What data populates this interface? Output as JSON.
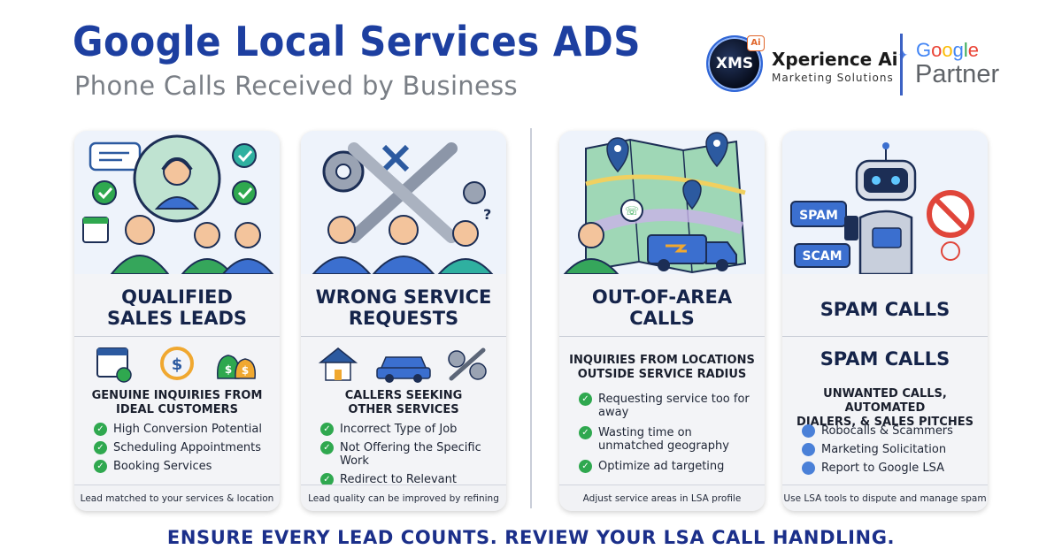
{
  "header": {
    "title": "Google Local Services ADS",
    "subtitle": "Phone Calls Received by Business"
  },
  "logo": {
    "badge": "XMS",
    "ai_tag": "Ai",
    "name": "Xperience Ai",
    "spark_icon": "sparkle-icon",
    "tagline": "Marketing Solutions",
    "google_letters": [
      "G",
      "o",
      "o",
      "g",
      "l",
      "e"
    ],
    "partner": "Partner"
  },
  "colors": {
    "title": "#1d3fa0",
    "check_green": "#2fa84f",
    "bullet_blue": "#4a80d8",
    "cta": "#1b2f8a"
  },
  "cards": [
    {
      "heading": [
        "QUALIFIED",
        "SALES LEADS"
      ],
      "icons": [
        "calendar-clock-icon",
        "dollar-cycle-icon",
        "money-bags-icon"
      ],
      "sub": [
        "GENUINE INQUIRIES FROM",
        "IDEAL CUSTOMERS"
      ],
      "bullet_style": "check",
      "bullets": [
        "High Conversion Potential",
        "Scheduling Appointments",
        "Booking Services"
      ],
      "footer": "Lead matched to your services & location"
    },
    {
      "heading": [
        "WRONG SERVICE",
        "REQUESTS"
      ],
      "icons": [
        "house-icon",
        "car-icon",
        "gears-wrench-icon"
      ],
      "sub": [
        "CALLERS SEEKING",
        "OTHER SERVICES"
      ],
      "bullet_style": "check",
      "bullets": [
        "Incorrect Type of Job",
        "Not Offering the Specific Work",
        "Redirect to Relevant Resources"
      ],
      "footer": "Lead quality can be improved by refining job types"
    },
    {
      "heading": [
        "OUT-OF-AREA",
        "CALLS"
      ],
      "icons": [],
      "sub": [
        "INQUIRIES FROM LOCATIONS",
        "OUTSIDE SERVICE RADIUS"
      ],
      "bullet_style": "check",
      "bullets": [
        "Requesting service too for away",
        "Wasting time on unmatched geography",
        "Optimize ad targeting"
      ],
      "footer": "Adjust service areas in LSA profile"
    },
    {
      "heading": [
        "SPAM CALLS"
      ],
      "heading2": "SPAM CALLS",
      "icons": [],
      "sub": [
        "UNWANTED CALLS, AUTOMATED",
        "DIALERS, & SALES PITCHES"
      ],
      "bullet_style": "dot",
      "bullets": [
        "Robocalls & Scammers",
        "Marketing Solicitation",
        "Report to Google LSA"
      ],
      "footer": "Use LSA tools to dispute and manage spam",
      "art_labels": [
        "SPAM",
        "SCAM"
      ]
    }
  ],
  "cta": "ENSURE EVERY LEAD COUNTS. REVIEW YOUR LSA CALL HANDLING."
}
